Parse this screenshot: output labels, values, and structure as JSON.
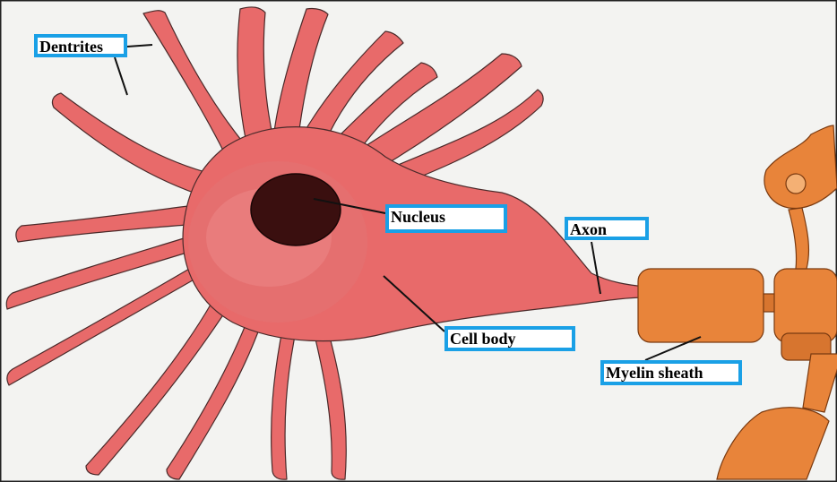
{
  "labels": {
    "dentrites": "Dentrites",
    "nucleus": "Nucleus",
    "axon": "Axon",
    "cell_body": "Cell body",
    "myelin_sheath": "Myelin sheath"
  },
  "colors": {
    "paper": "#f4f4f2",
    "cell": "#e86a6a",
    "cell_dark": "#d95656",
    "nucleus": "#3a0f0f",
    "myelin": "#e8843a",
    "myelin_dark": "#c7682a",
    "label_border": "#1aa0e6"
  }
}
